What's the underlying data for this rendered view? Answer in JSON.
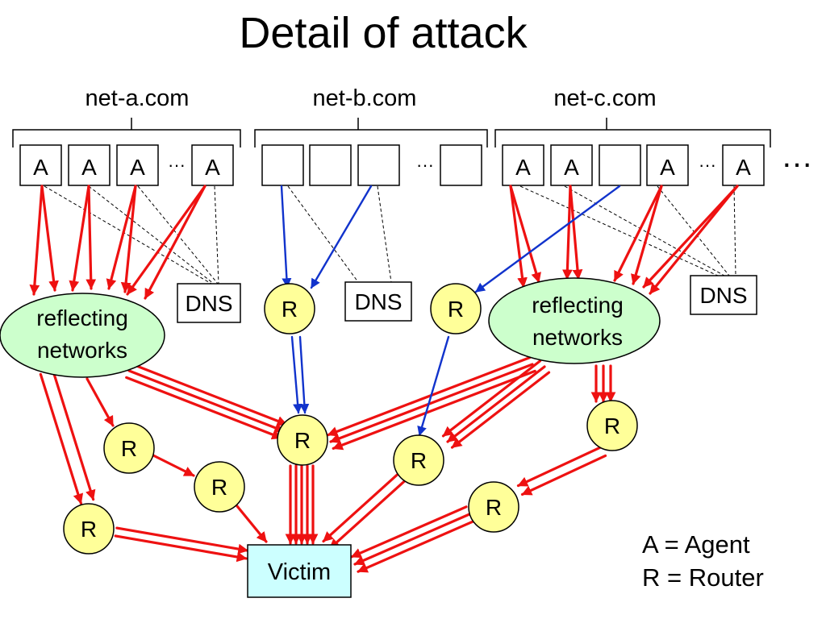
{
  "title": "Detail of attack",
  "domains": [
    "net-a.com",
    "net-b.com",
    "net-c.com"
  ],
  "more_domains": "…",
  "host_gap": "···",
  "agent_label": "A",
  "router_label": "R",
  "dns_label": "DNS",
  "reflector_label": [
    "reflecting",
    "networks"
  ],
  "victim_label": "Victim",
  "legend": [
    "A = Agent",
    "R = Router"
  ],
  "colors": {
    "attack": "#ee1111",
    "control": "#1133cc",
    "router_fill": "#ffff99",
    "reflector_fill": "#ccffcc",
    "victim_fill": "#ccffff"
  }
}
